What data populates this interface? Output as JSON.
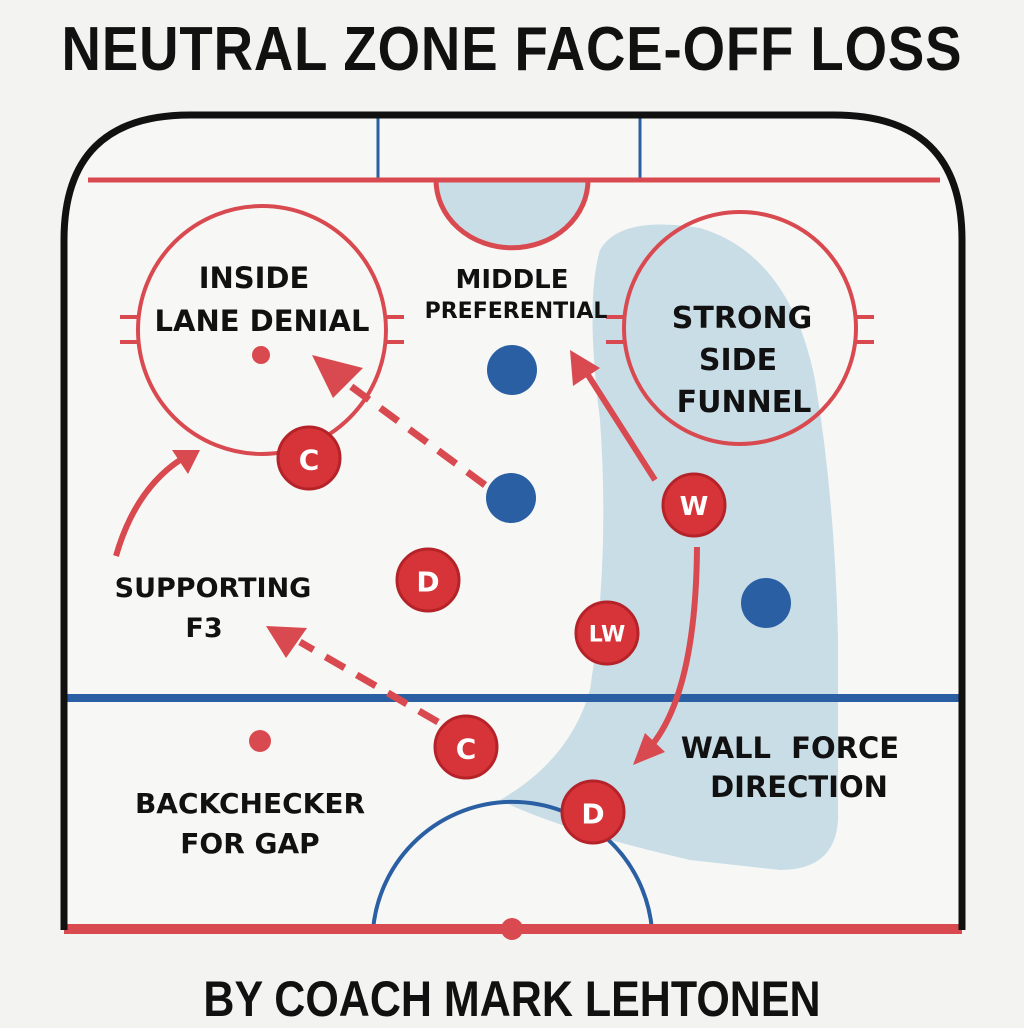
{
  "title": "NEUTRAL ZONE FACE-OFF LOSS",
  "byline": "BY COACH MARK LEHTONEN",
  "colors": {
    "background": "#f3f3f1",
    "rink_ice": "#f7f7f5",
    "board": "#111111",
    "red_line": "#d94a50",
    "blue_line": "#2b5fa3",
    "player_red": "#d7343a",
    "opponent_blue": "#2a5fa4",
    "zone_shade": "#c9dde7"
  },
  "labels": {
    "inside_lane_1": "INSIDE",
    "inside_lane_2": "LANE DENIAL",
    "middle_1": "MIDDLE",
    "middle_2": "PREFERENTIAL",
    "strong_1": "STRONG",
    "strong_2": "SIDE",
    "strong_3": "FUNNEL",
    "support_1": "SUPPORTING",
    "support_2": "F3",
    "wall_1": "WALL  FORCE",
    "wall_2": "DIRECTION",
    "back_1": "BACKCHECKER",
    "back_2": "FOR GAP"
  },
  "players": {
    "c_top": "C",
    "d_mid": "D",
    "w_right": "W",
    "lw": "LW",
    "c_bottom": "C",
    "d_bottom": "D"
  },
  "opponents_count": 3
}
